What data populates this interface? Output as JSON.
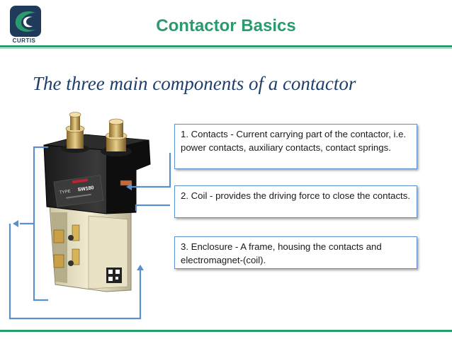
{
  "logo": {
    "brand_text": "CURTIS",
    "icon": "curtis-swoosh-logo-icon",
    "colors": {
      "primary": "#1f3a5a",
      "accent": "#2b9a6c"
    }
  },
  "slide": {
    "title": "Contactor Basics",
    "subtitle": "The three main components of a contactor"
  },
  "callouts": [
    {
      "text": "1.  Contacts - Current carrying part of the contactor, i.e. power contacts, auxiliary contacts, contact springs."
    },
    {
      "text": "2. Coil - provides the driving force to close the contacts."
    },
    {
      "text": "3. Enclosure - A frame, housing the contacts and electromagnet-(coil)."
    }
  ],
  "image": {
    "icon": "contactor-photo-icon",
    "label_type": "TYPE",
    "label_model": "SW180"
  },
  "theme": {
    "title_color": "#2b9a6c",
    "subtitle_color": "#1f3f6b",
    "callout_border": "#5b8fd0"
  }
}
